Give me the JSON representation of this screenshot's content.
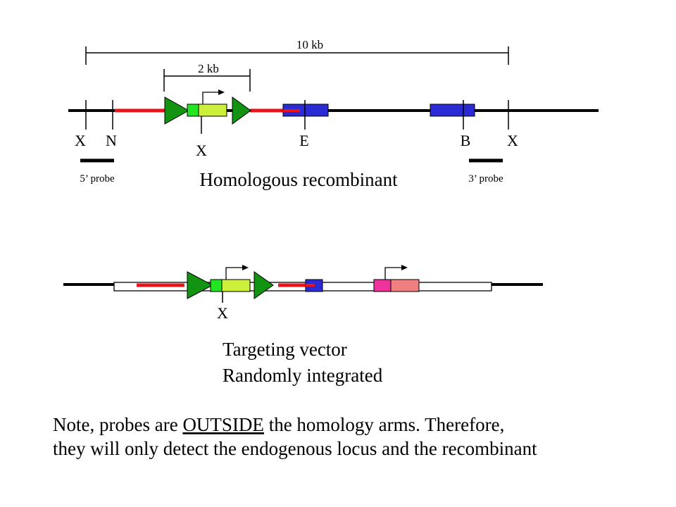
{
  "colors": {
    "black": "#000000",
    "homology_arm": "#e8141c",
    "lox_site": "#129312",
    "promoter_green": "#22e622",
    "gene_lime": "#ccf03a",
    "exon_blue": "#2b2bd6",
    "pink_promoter": "#f0329c",
    "pink_gene": "#f08080"
  },
  "scale_bars": {
    "large": "10 kb",
    "small": "2 kb"
  },
  "recombinant": {
    "sites": {
      "x_left": "X",
      "n": "N",
      "x_middle": "X",
      "e": "E",
      "b": "B",
      "x_right": "X"
    },
    "probe_5": "5’ probe",
    "probe_3": "3’ probe",
    "title": "Homologous recombinant"
  },
  "random": {
    "site_x": "X",
    "title_line1": "Targeting vector",
    "title_line2": "Randomly integrated"
  },
  "note": {
    "prefix": "Note, probes are ",
    "emphasis": "OUTSIDE",
    "suffix": " the homology arms.  Therefore,",
    "line2": "they will only detect the endogenous locus and the recombinant"
  }
}
